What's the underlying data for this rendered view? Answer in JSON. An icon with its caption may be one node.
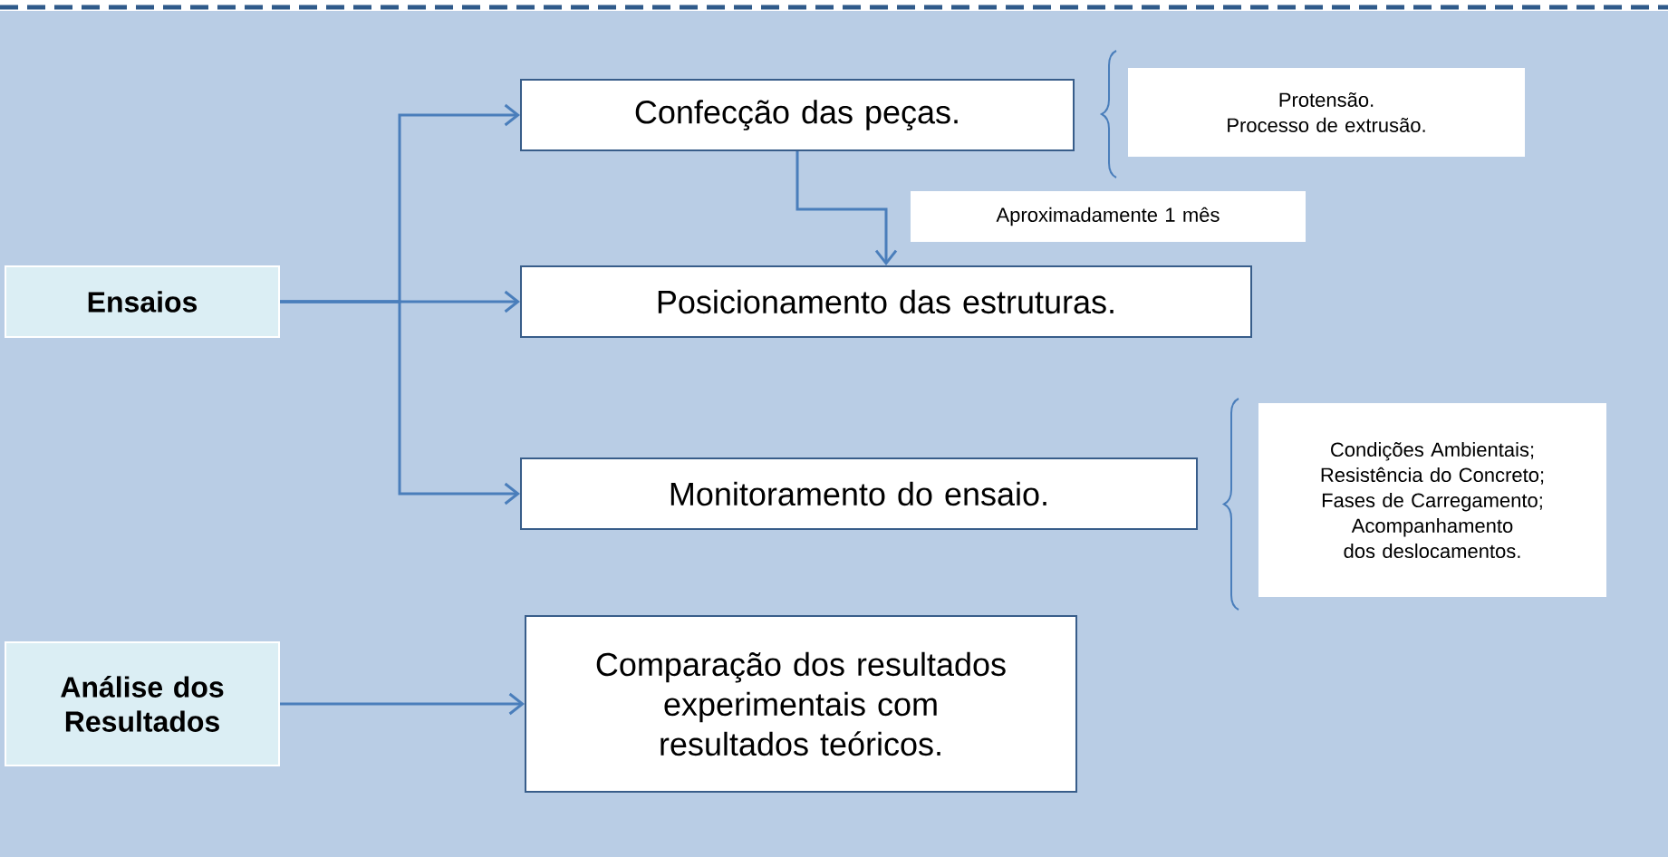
{
  "diagram": {
    "nodes": [
      {
        "text": [
          "Ensaios"
        ]
      },
      {
        "text": [
          "Confecção das peças."
        ]
      },
      {
        "text": [
          "Protensão.",
          "Processo de extrusão."
        ]
      },
      {
        "text": [
          "Aproximadamente 1 mês"
        ]
      },
      {
        "text": [
          "Posicionamento das estruturas."
        ]
      },
      {
        "text": [
          "Monitoramento do ensaio."
        ]
      },
      {
        "text": [
          "Condições Ambientais;",
          "Resistência do Concreto;",
          "Fases de Carregamento;",
          "Acompanhamento dos deslocamentos."
        ]
      },
      {
        "text": [
          "Análise dos Resultados"
        ]
      },
      {
        "text": [
          "Comparação dos resultados experimentais com resultados teóricos."
        ]
      }
    ],
    "edges": [
      {
        "from": 0,
        "to": 1,
        "arrow": "to"
      },
      {
        "from": 0,
        "to": 4,
        "arrow": "to"
      },
      {
        "from": 0,
        "to": 5,
        "arrow": "to"
      },
      {
        "from": 1,
        "to": 4,
        "arrow": "to"
      },
      {
        "from": 7,
        "to": 8,
        "arrow": "to"
      }
    ]
  }
}
